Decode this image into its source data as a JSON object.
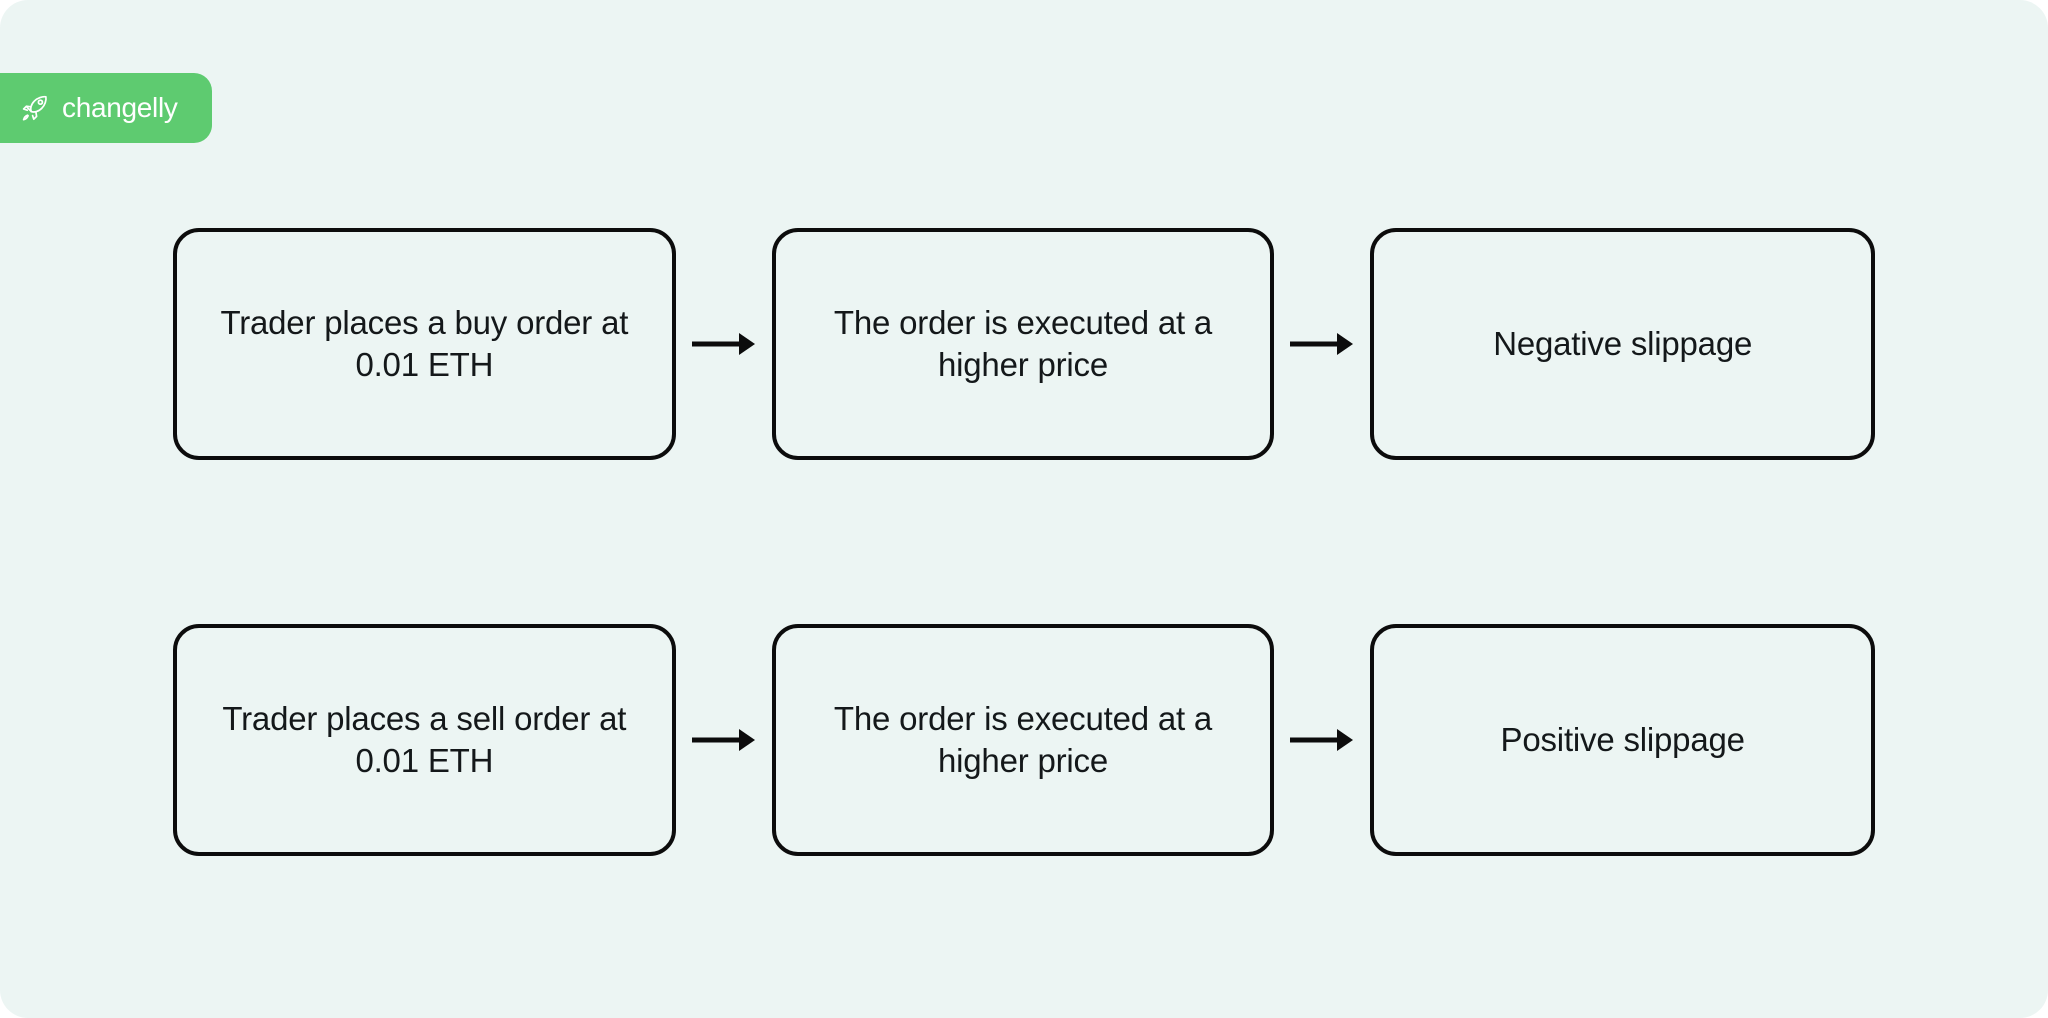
{
  "brand": {
    "name": "changelly",
    "icon": "rocket-icon",
    "badge_color": "#5ecb70",
    "text_color": "#ffffff"
  },
  "canvas": {
    "background_color": "#ecf5f3",
    "border_color": "#0c0c0c",
    "text_color": "#14181a"
  },
  "diagram": {
    "type": "flowchart",
    "arrow_glyph": "right-arrow",
    "rows": [
      {
        "id": "negative-slippage-flow",
        "steps": [
          {
            "label": "Trader places a buy order at 0.01 ETH"
          },
          {
            "label": "The order is executed at a higher price"
          },
          {
            "label": "Negative slippage"
          }
        ]
      },
      {
        "id": "positive-slippage-flow",
        "steps": [
          {
            "label": "Trader places a sell order at 0.01 ETH"
          },
          {
            "label": "The order is executed at a higher price"
          },
          {
            "label": "Positive slippage"
          }
        ]
      }
    ]
  }
}
